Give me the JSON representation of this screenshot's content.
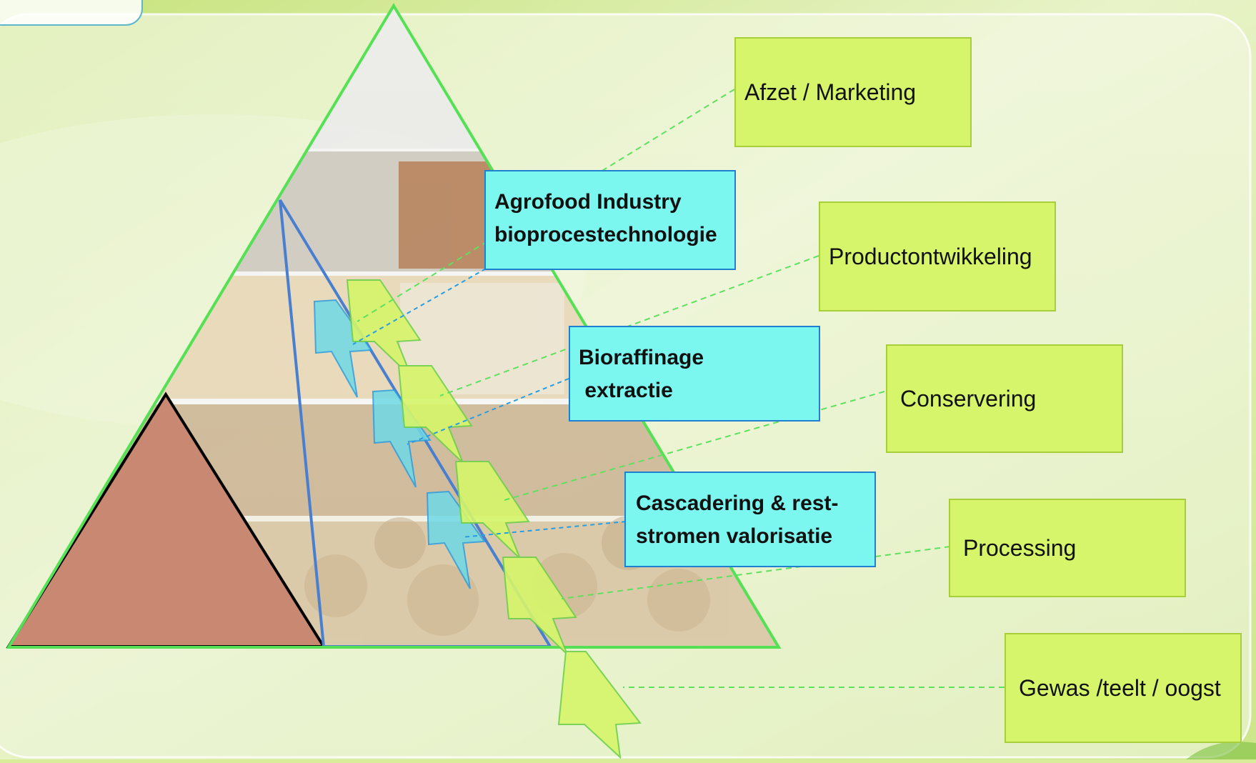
{
  "diagram": {
    "layers_right": [
      {
        "id": "afzet",
        "label": "Afzet / Marketing"
      },
      {
        "id": "product",
        "label": "Productontwikkeling"
      },
      {
        "id": "conserv",
        "label": "Conservering"
      },
      {
        "id": "process",
        "label": "Processing"
      },
      {
        "id": "gewas",
        "label": "Gewas /teelt / oogst"
      }
    ],
    "disciplines": [
      {
        "id": "agro",
        "line1": "Agrofood Industry",
        "line2": "bioprocestechnologie"
      },
      {
        "id": "bio",
        "line1": "Bioraffinage",
        "line2": " extractie"
      },
      {
        "id": "casc",
        "line1": "Cascadering & rest-",
        "line2": "stromen valorisatie"
      }
    ],
    "colors": {
      "green_box": "#d6f56a",
      "cyan_box": "#7cf7f0",
      "outer_triangle": "#55e055",
      "middle_triangle": "#4a7fd0",
      "inner_triangle": "#000000",
      "green_dash": "#5fe05f",
      "blue_dash": "#2a9de0"
    }
  }
}
